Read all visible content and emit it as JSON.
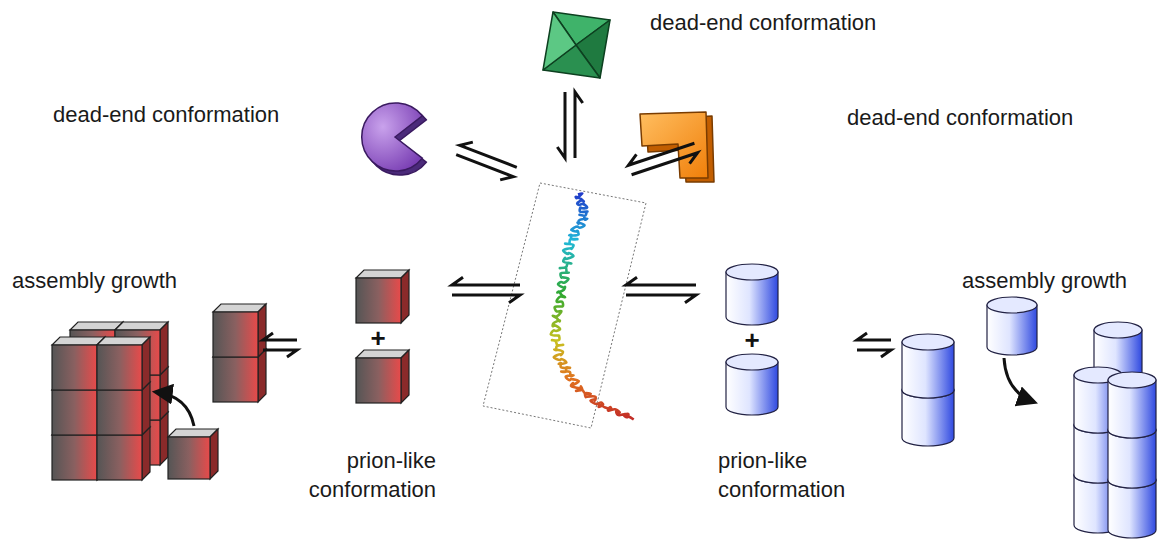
{
  "diagram": {
    "nodes": [
      {
        "text": [
          "dead-end conformation"
        ]
      },
      {
        "text": [
          "dead-end conformation"
        ]
      },
      {
        "text": [
          "dead-end conformation"
        ]
      },
      {
        "text": [
          "assembly growth"
        ]
      },
      {
        "text": [
          "prion-like conformation"
        ]
      },
      {
        "text": [
          "prion-like conformation"
        ]
      },
      {
        "text": [
          "assembly growth"
        ]
      }
    ],
    "edges": [
      {
        "from": 4,
        "to": 3,
        "arrow": "both"
      },
      {
        "from": 5,
        "to": 6,
        "arrow": "both"
      }
    ],
    "labels": [
      "+",
      "+"
    ]
  }
}
